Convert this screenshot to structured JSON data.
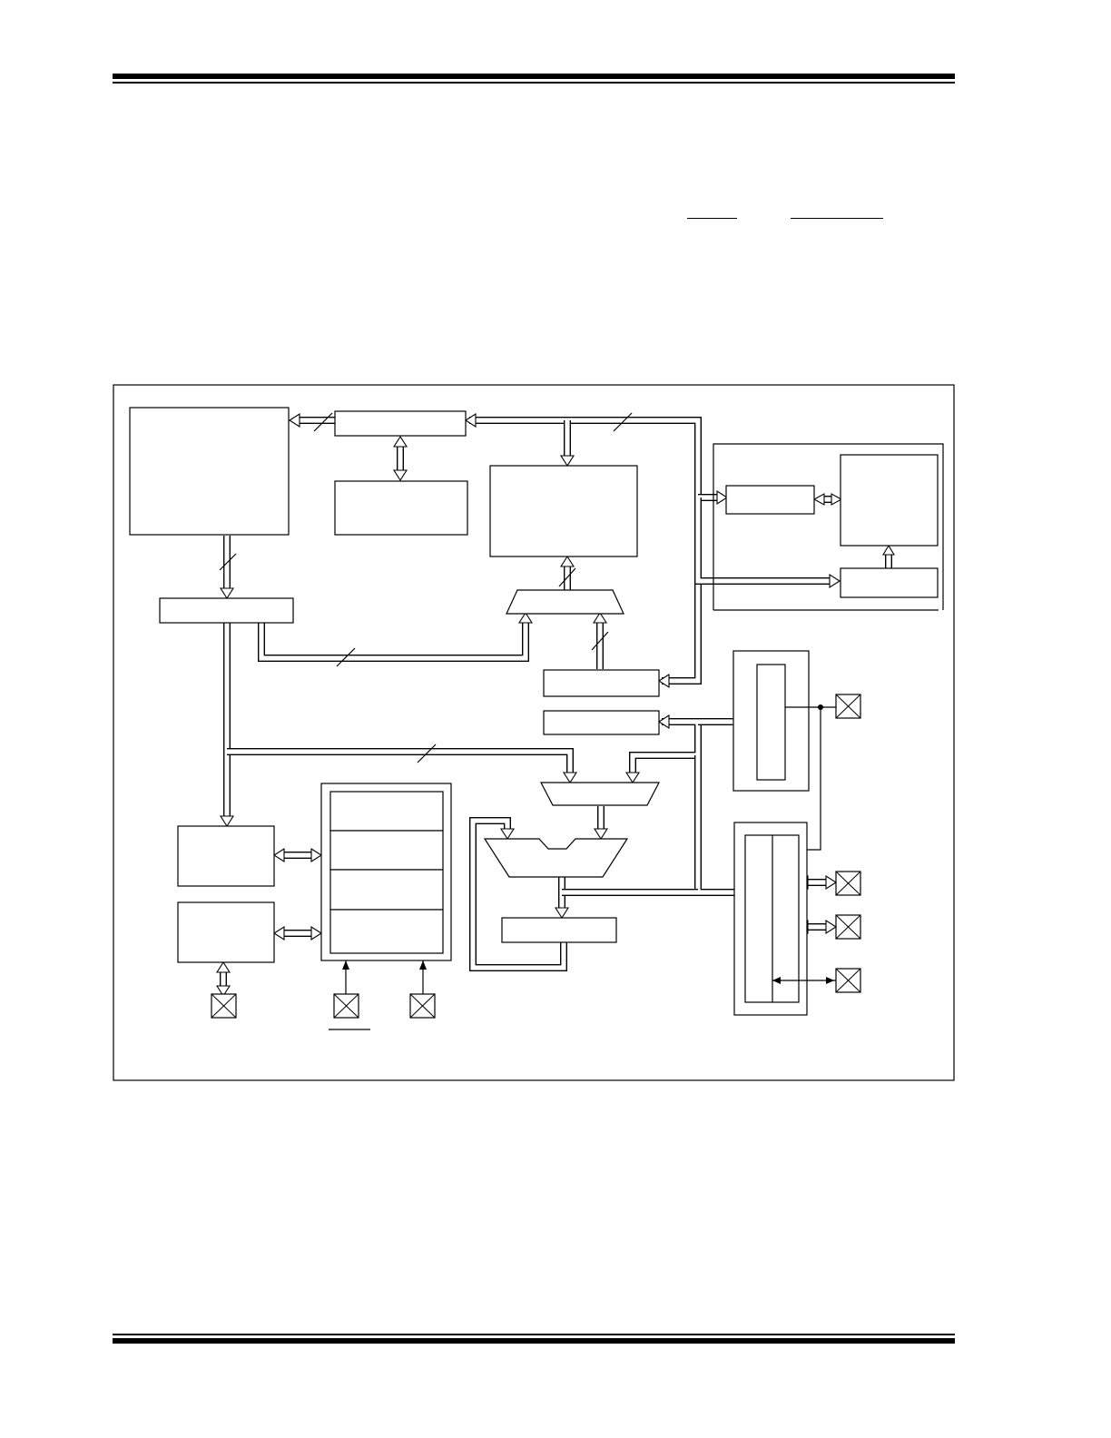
{
  "page": {
    "header_rule": "double",
    "footer_rule": "double"
  },
  "diagram": {
    "blocks": [
      "program-memory-block",
      "program-counter-block",
      "stack-block",
      "instruction-register-block",
      "data-memory-block",
      "mux-addr-block",
      "fsr-block",
      "status-block",
      "mux-alu-block",
      "alu-block",
      "w-register-block",
      "timing-block",
      "peripheral-1-block",
      "peripheral-2-block",
      "io-port-a-block",
      "io-port-b-block",
      "io-port-c-block"
    ],
    "pins": [
      "pin-1",
      "pin-2",
      "pin-3",
      "pin-4",
      "pin-5",
      "pin-6",
      "pin-7",
      "pin-8"
    ]
  }
}
